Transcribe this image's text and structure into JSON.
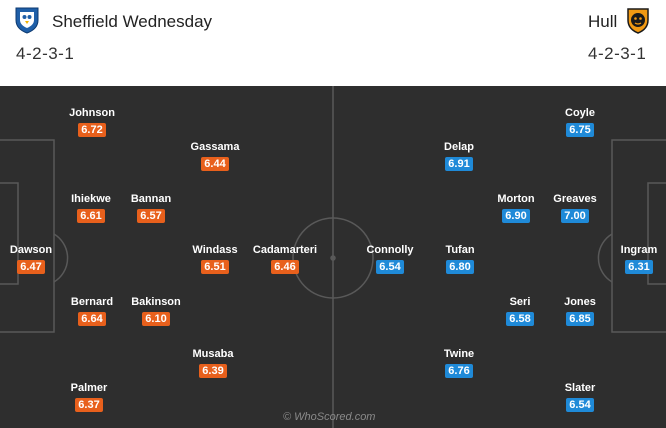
{
  "home": {
    "name": "Sheffield Wednesday",
    "formation": "4-2-3-1",
    "rating_color": "#e8601c",
    "crest_icon": "owl-crest-icon"
  },
  "away": {
    "name": "Hull",
    "formation": "4-2-3-1",
    "rating_color": "#1f8ad8",
    "crest_icon": "tiger-crest-icon"
  },
  "home_players": [
    {
      "name": "Johnson",
      "rating": "6.72"
    },
    {
      "name": "Gassama",
      "rating": "6.44"
    },
    {
      "name": "Ihiekwe",
      "rating": "6.61"
    },
    {
      "name": "Bannan",
      "rating": "6.57"
    },
    {
      "name": "Dawson",
      "rating": "6.47"
    },
    {
      "name": "Windass",
      "rating": "6.51"
    },
    {
      "name": "Cadamarteri",
      "rating": "6.46"
    },
    {
      "name": "Bernard",
      "rating": "6.64"
    },
    {
      "name": "Bakinson",
      "rating": "6.10"
    },
    {
      "name": "Musaba",
      "rating": "6.39"
    },
    {
      "name": "Palmer",
      "rating": "6.37"
    }
  ],
  "away_players": [
    {
      "name": "Coyle",
      "rating": "6.75"
    },
    {
      "name": "Delap",
      "rating": "6.91"
    },
    {
      "name": "Morton",
      "rating": "6.90"
    },
    {
      "name": "Greaves",
      "rating": "7.00"
    },
    {
      "name": "Connolly",
      "rating": "6.54"
    },
    {
      "name": "Tufan",
      "rating": "6.80"
    },
    {
      "name": "Ingram",
      "rating": "6.31"
    },
    {
      "name": "Seri",
      "rating": "6.58"
    },
    {
      "name": "Jones",
      "rating": "6.85"
    },
    {
      "name": "Twine",
      "rating": "6.76"
    },
    {
      "name": "Slater",
      "rating": "6.54"
    }
  ],
  "watermark": "© WhoScored.com"
}
